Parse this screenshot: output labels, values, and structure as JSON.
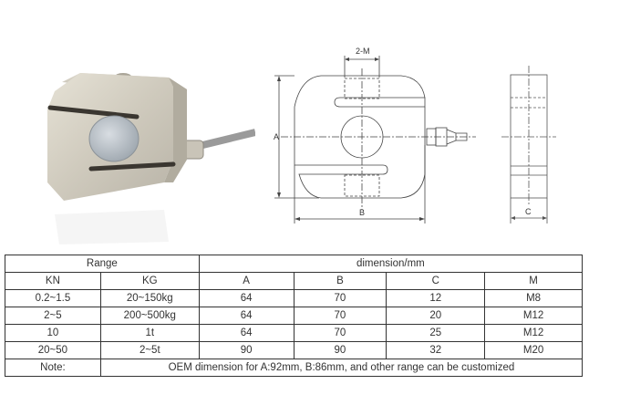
{
  "drawing": {
    "labels": {
      "width_label": "B",
      "height_label": "A",
      "thread_label": "2-M",
      "thickness_label": "C"
    }
  },
  "table": {
    "header_group": {
      "range": "Range",
      "dimension": "dimension/mm"
    },
    "columns": [
      "KN",
      "KG",
      "A",
      "B",
      "C",
      "M"
    ],
    "rows": [
      [
        "0.2~1.5",
        "20~150kg",
        "64",
        "70",
        "12",
        "M8"
      ],
      [
        "2~5",
        "200~500kg",
        "64",
        "70",
        "20",
        "M12"
      ],
      [
        "10",
        "1t",
        "64",
        "70",
        "25",
        "M12"
      ],
      [
        "20~50",
        "2~5t",
        "90",
        "90",
        "32",
        "M20"
      ]
    ],
    "note_label": "Note:",
    "note_text": "OEM dimension for A:92mm, B:86mm, and other range can be customized"
  }
}
